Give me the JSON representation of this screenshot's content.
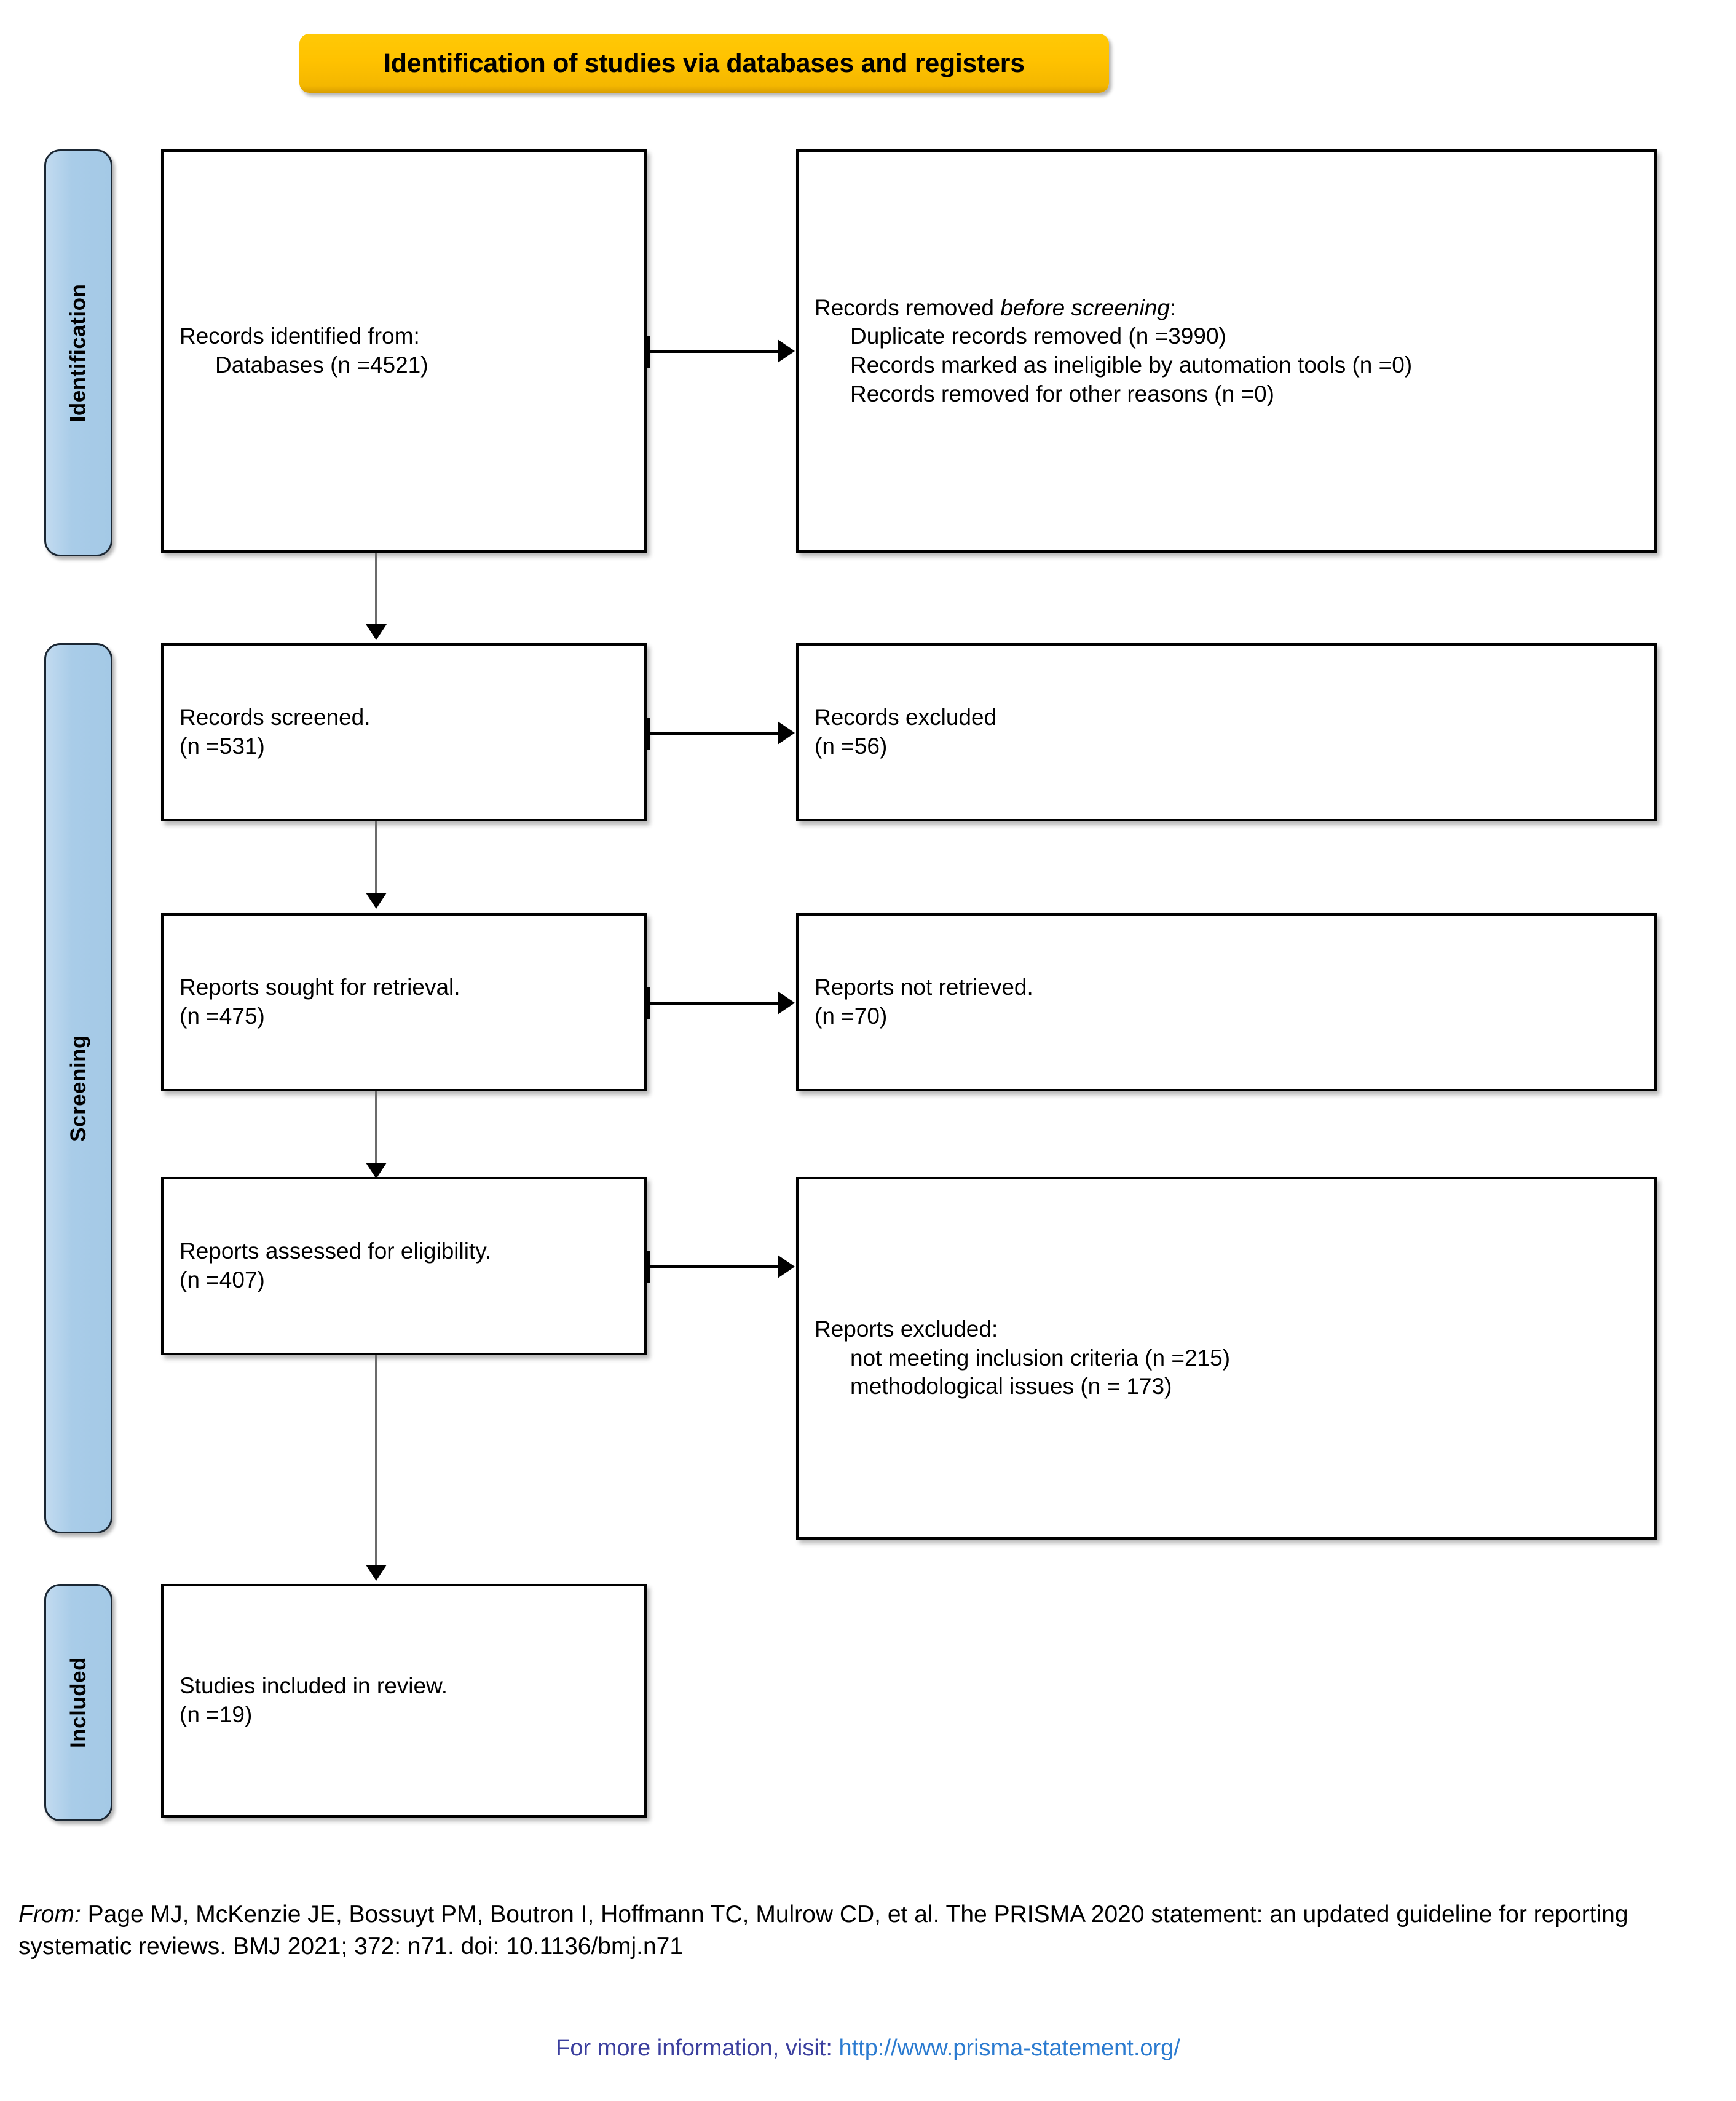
{
  "banner": {
    "title": "Identification of studies via databases and registers",
    "color": "#FFC200"
  },
  "phases": {
    "identification": "Identification",
    "screening": "Screening",
    "included": "Included",
    "color": "#a9cce8"
  },
  "boxes": {
    "identified": {
      "line1": "Records identified from:",
      "line2": "Databases (n =4521)"
    },
    "removed": {
      "heading_prefix": "Records removed ",
      "heading_italic": "before screening",
      "heading_suffix": ":",
      "line1": "Duplicate records removed (n =3990)",
      "line2": "Records marked as ineligible by automation tools (n =0)",
      "line3": "Records removed for other reasons (n =0)"
    },
    "screened": {
      "line1": "Records screened.",
      "line2": "(n =531)"
    },
    "excluded": {
      "line1": "Records excluded",
      "line2": "(n =56)"
    },
    "sought": {
      "line1": "Reports sought for retrieval.",
      "line2": "(n =475)"
    },
    "not_retrieved": {
      "line1": "Reports not retrieved.",
      "line2": "(n =70)"
    },
    "assessed": {
      "line1": "Reports assessed for eligibility.",
      "line2": "(n =407)"
    },
    "reports_excluded": {
      "line1": "Reports excluded:",
      "line2": "not meeting inclusion criteria (n =215)",
      "line3": "methodological issues (n = 173)"
    },
    "included": {
      "line1": "Studies included in review.",
      "line2": "(n =19)"
    }
  },
  "footer": {
    "from_label": "From:",
    "citation": "  Page MJ, McKenzie JE, Bossuyt PM, Boutron I, Hoffmann TC, Mulrow CD, et al. The PRISMA 2020 statement: an updated guideline for reporting systematic reviews. BMJ 2021; 372: n71. doi: 10.1136/bmj.n71",
    "more_info_lead": "For more information, visit: ",
    "more_info_url": "http://www.prisma-statement.org/",
    "lead_color": "#3b3f9e",
    "url_color": "#2b7bd0"
  }
}
